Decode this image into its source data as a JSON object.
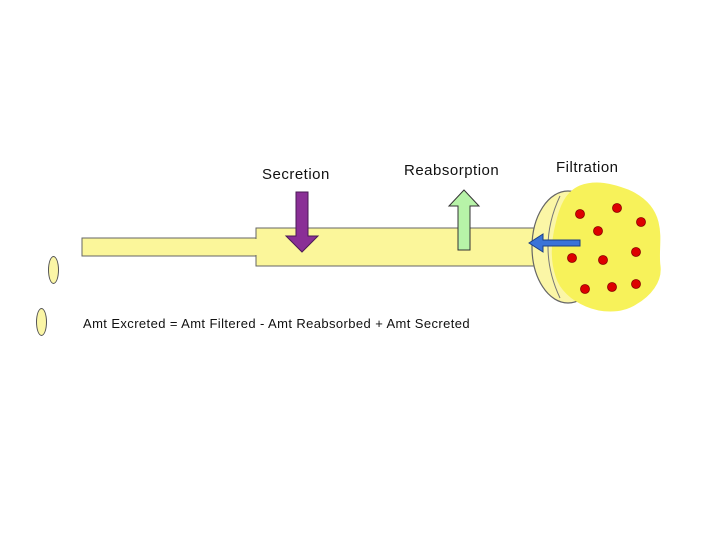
{
  "labels": {
    "secretion": "Secretion",
    "reabsorption": "Reabsorption",
    "filtration": "Filtration"
  },
  "equation": "Amt Excreted = Amt Filtered - Amt Reabsorbed + Amt Secreted",
  "colors": {
    "tubule": "#fbf69a",
    "glomerulus": "#f7f25a",
    "capsule": "#fbf6a6",
    "particle": "#dd0000",
    "secretion_arrow": "#8a2f96",
    "reabsorption_arrow": "#b7f3a8",
    "filtration_arrow": "#3a73d8",
    "bullet": "#fbf6a6"
  },
  "icons": {
    "secretion_arrow": "arrow-down-icon",
    "reabsorption_arrow": "arrow-up-icon",
    "filtration_arrow": "arrow-left-icon",
    "bullet": "oval-bullet-icon"
  }
}
